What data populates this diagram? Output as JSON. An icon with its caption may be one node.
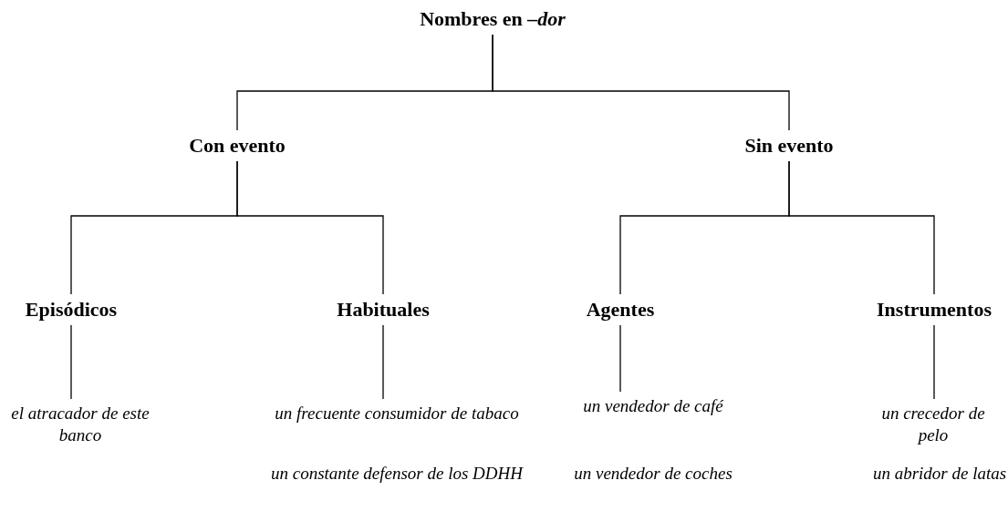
{
  "diagram": {
    "nodes": [
      {
        "text": [
          "Nombres en *–dor*"
        ]
      },
      {
        "text": [
          "Con evento"
        ]
      },
      {
        "text": [
          "Sin evento"
        ]
      },
      {
        "text": [
          "Episódicos"
        ]
      },
      {
        "text": [
          "Habituales"
        ]
      },
      {
        "text": [
          "Agentes"
        ]
      },
      {
        "text": [
          "Instrumentos"
        ]
      },
      {
        "text": [
          "el atracador de este banco"
        ]
      },
      {
        "text": [
          "un frecuente consumidor de tabaco"
        ]
      },
      {
        "text": [
          "un vendedor de café"
        ]
      },
      {
        "text": [
          "un crecedor de pelo"
        ]
      }
    ],
    "edges": [
      {
        "from": 0,
        "to": 1,
        "arrow": "none"
      },
      {
        "from": 0,
        "to": 2,
        "arrow": "none"
      },
      {
        "from": 1,
        "to": 3,
        "arrow": "none"
      },
      {
        "from": 1,
        "to": 4,
        "arrow": "none"
      },
      {
        "from": 2,
        "to": 5,
        "arrow": "none"
      },
      {
        "from": 2,
        "to": 6,
        "arrow": "none"
      },
      {
        "from": 3,
        "to": 7,
        "arrow": "none"
      },
      {
        "from": 4,
        "to": 8,
        "arrow": "none"
      },
      {
        "from": 5,
        "to": 9,
        "arrow": "none"
      },
      {
        "from": 6,
        "to": 10,
        "arrow": "none"
      }
    ],
    "labels": [
      "un constante defensor de los DDHH",
      "un vendedor de coches",
      "un abridor de latas"
    ]
  }
}
